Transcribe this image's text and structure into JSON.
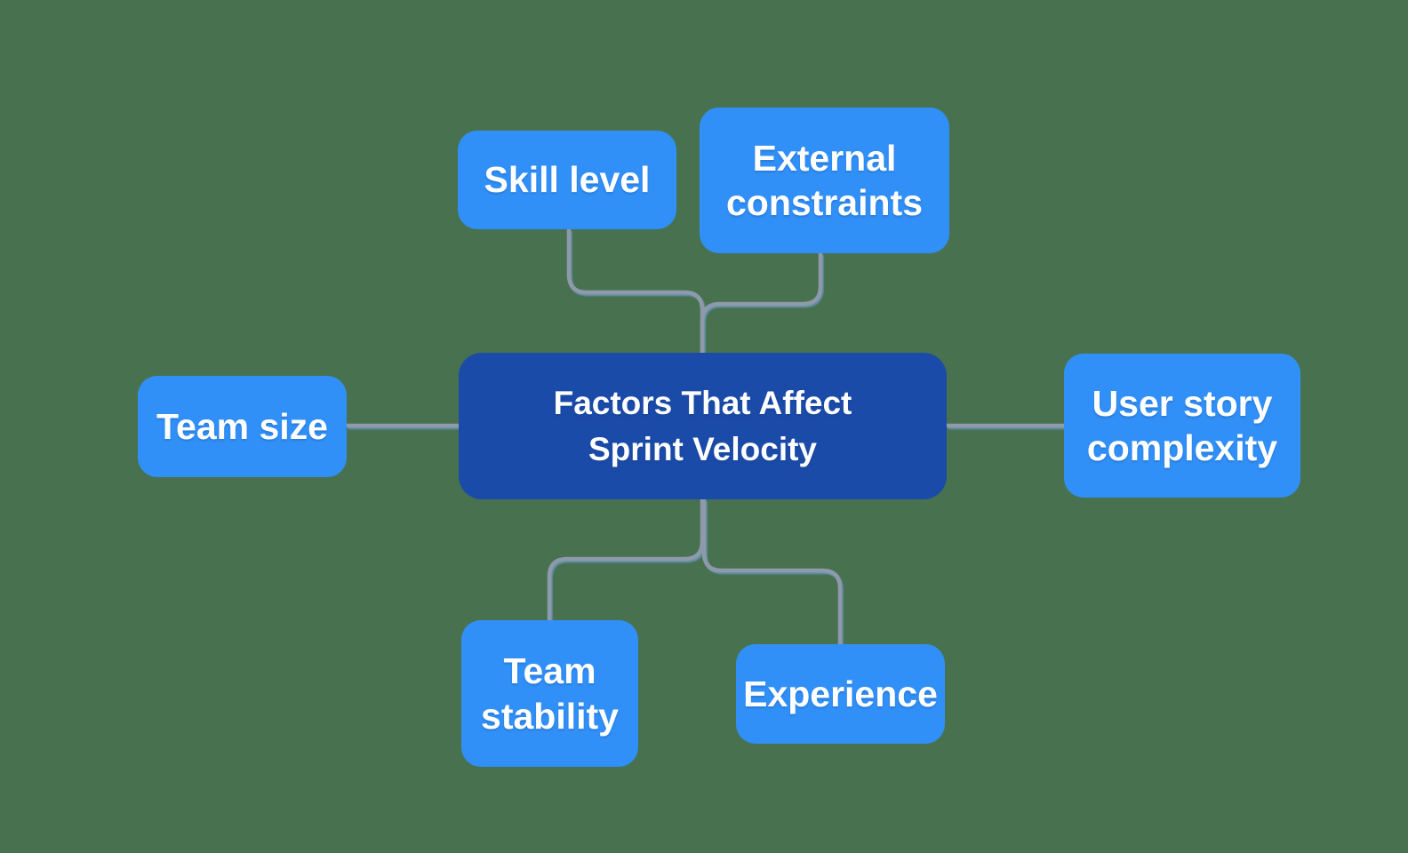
{
  "diagram": {
    "type": "mind-map",
    "title": "Factors That Affect Sprint Velocity",
    "center_node": {
      "line1": "Factors That Affect",
      "line2": "Sprint Velocity"
    },
    "nodes": {
      "skill_level": {
        "label": "Skill level"
      },
      "external_constraints": {
        "line1": "External",
        "line2": "constraints"
      },
      "team_size": {
        "label": "Team size"
      },
      "user_story_complexity": {
        "line1": "User story",
        "line2": "complexity"
      },
      "team_stability": {
        "line1": "Team",
        "line2": "stability"
      },
      "experience": {
        "label": "Experience"
      }
    },
    "edges": [
      {
        "from": "Skill level",
        "to": "Factors That Affect Sprint Velocity"
      },
      {
        "from": "External constraints",
        "to": "Factors That Affect Sprint Velocity"
      },
      {
        "from": "Team size",
        "to": "Factors That Affect Sprint Velocity"
      },
      {
        "from": "User story complexity",
        "to": "Factors That Affect Sprint Velocity"
      },
      {
        "from": "Team stability",
        "to": "Factors That Affect Sprint Velocity"
      },
      {
        "from": "Experience",
        "to": "Factors That Affect Sprint Velocity"
      }
    ]
  },
  "colors": {
    "background": "#48714F",
    "satellite_node": "#3190F7",
    "center_node": "#1B4BA8",
    "connector": "#8E9AAB",
    "connector_shadow": "#7AA8F0",
    "text": "#FFFFFF"
  }
}
